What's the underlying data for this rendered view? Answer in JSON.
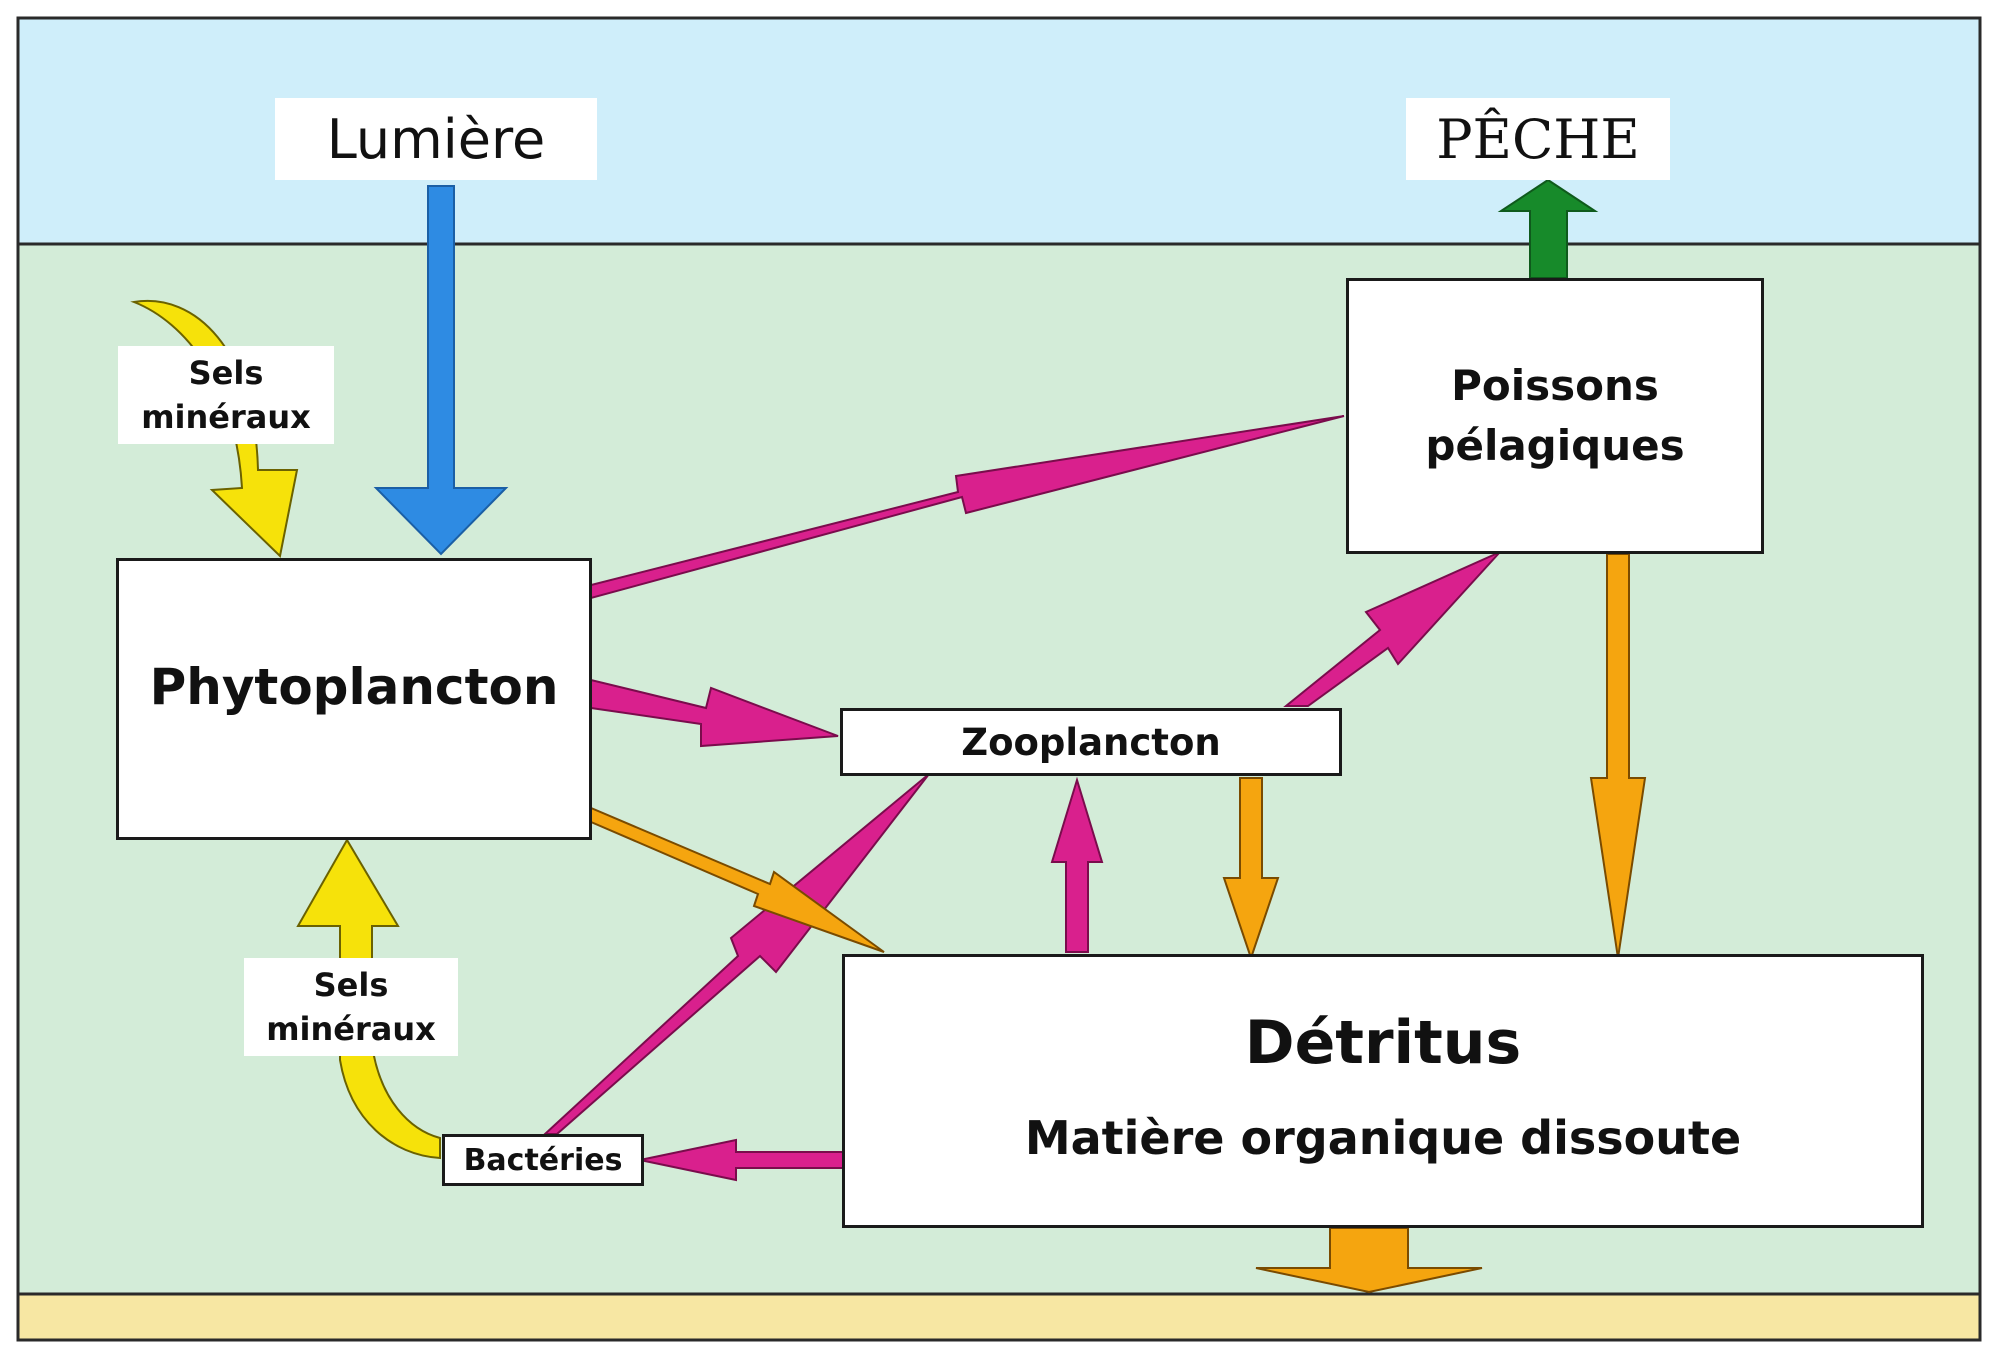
{
  "labels": {
    "light": "Lumière",
    "fishing": "PÊCHE",
    "salts_top": [
      "Sels",
      "minéraux"
    ],
    "salts_bottom": [
      "Sels",
      "minéraux"
    ],
    "phytoplankton": "Phytoplancton",
    "zooplankton": "Zooplancton",
    "fish": [
      "Poissons",
      "pélagiques"
    ],
    "detritus_title": "Détritus",
    "detritus_subtitle": "Matière organique dissoute",
    "bacteria": "Bactéries"
  },
  "colors": {
    "sky": "#cfeefa",
    "water": "#d3ecd8",
    "sediment": "#f7e7a3",
    "light_arrow": "#2e8be3",
    "trophic_arrow": "#d9208d",
    "detritus_arrow": "#f5a50f",
    "mineral_arrow": "#f6e20a",
    "fishing_arrow": "#178a2a"
  },
  "icons": [
    "light-arrow-icon",
    "fishing-arrow-icon",
    "mineral-salts-arrow-icon",
    "trophic-arrow-icon",
    "detritus-arrow-icon"
  ]
}
